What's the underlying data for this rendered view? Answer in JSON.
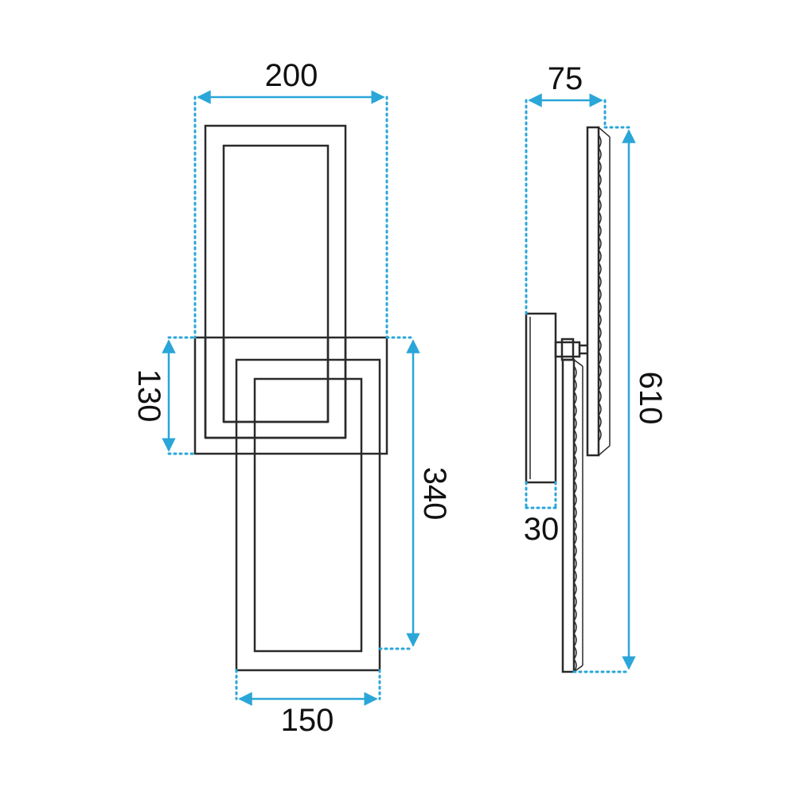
{
  "colors": {
    "dimension": "#2aa6d8",
    "outline": "#2a2a2a",
    "text": "#111111",
    "background": "#ffffff"
  },
  "front_view": {
    "width_top": "200",
    "height_overlap": "130",
    "height_lower": "340",
    "width_bottom": "150"
  },
  "side_view": {
    "depth": "75",
    "base_depth": "30",
    "total_height": "610"
  }
}
